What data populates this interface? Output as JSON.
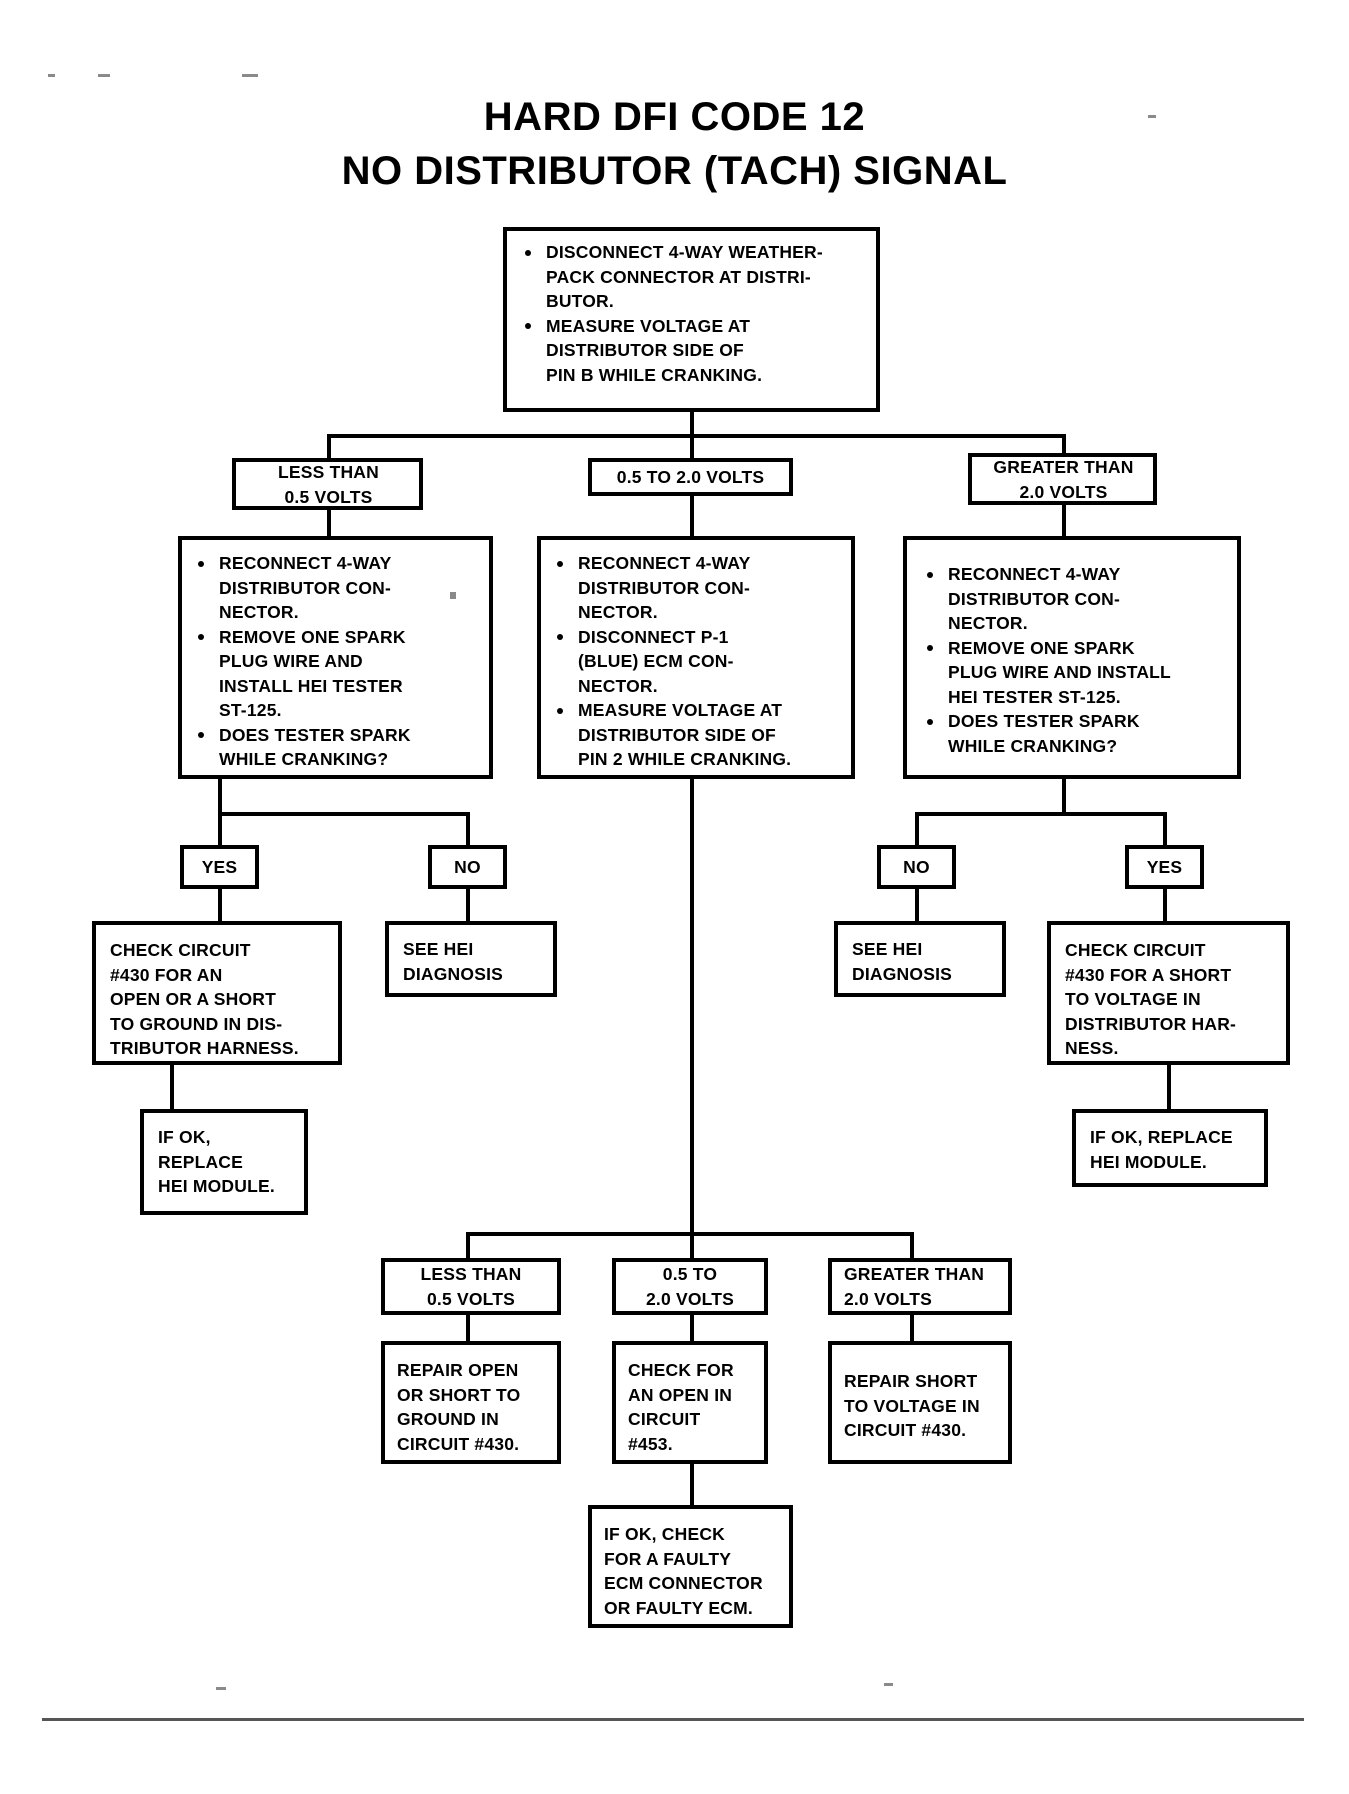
{
  "title": {
    "line1": "HARD DFI CODE 12",
    "line2": "NO DISTRIBUTOR (TACH) SIGNAL"
  },
  "chart_data": {
    "type": "diagram",
    "subtype": "troubleshooting-flowchart",
    "title": "HARD DFI CODE 12 / NO DISTRIBUTOR (TACH) SIGNAL"
  },
  "nodes": {
    "start": {
      "bullets": [
        [
          "DISCONNECT 4-WAY WEATHER-",
          "PACK CONNECTOR AT DISTRI-",
          "BUTOR."
        ],
        [
          "MEASURE VOLTAGE AT",
          "DISTRIBUTOR SIDE OF",
          "PIN B WHILE CRANKING."
        ]
      ]
    },
    "branch_low": {
      "l1": "LESS THAN",
      "l2": "0.5 VOLTS"
    },
    "branch_mid": {
      "l1": "0.5 TO 2.0 VOLTS"
    },
    "branch_high": {
      "l1": "GREATER THAN",
      "l2": "2.0 VOLTS"
    },
    "low_steps": {
      "bullets": [
        [
          "RECONNECT 4-WAY",
          "DISTRIBUTOR CON-",
          "NECTOR."
        ],
        [
          "REMOVE ONE SPARK",
          "PLUG WIRE AND",
          "INSTALL HEI TESTER",
          "ST-125."
        ],
        [
          "DOES TESTER SPARK",
          "WHILE CRANKING?"
        ]
      ]
    },
    "mid_steps": {
      "bullets": [
        [
          "RECONNECT 4-WAY",
          "DISTRIBUTOR CON-",
          "NECTOR."
        ],
        [
          "DISCONNECT P-1",
          "(BLUE) ECM CON-",
          "NECTOR."
        ],
        [
          "MEASURE VOLTAGE AT",
          "DISTRIBUTOR SIDE OF",
          "PIN 2 WHILE CRANKING."
        ]
      ]
    },
    "high_steps": {
      "bullets": [
        [
          "RECONNECT 4-WAY",
          "DISTRIBUTOR CON-",
          "NECTOR."
        ],
        [
          "REMOVE ONE SPARK",
          "PLUG WIRE AND INSTALL",
          "HEI TESTER ST-125."
        ],
        [
          "DOES TESTER SPARK",
          "WHILE CRANKING?"
        ]
      ]
    },
    "low_yes": {
      "label": "YES"
    },
    "low_no": {
      "label": "NO"
    },
    "high_no": {
      "label": "NO"
    },
    "high_yes": {
      "label": "YES"
    },
    "low_yes_result": {
      "lines": [
        "CHECK CIRCUIT",
        "#430 FOR AN",
        "OPEN OR A SHORT",
        "TO GROUND IN DIS-",
        "TRIBUTOR HARNESS."
      ]
    },
    "low_no_result": {
      "lines": [
        "SEE HEI",
        "DIAGNOSIS"
      ]
    },
    "high_no_result": {
      "lines": [
        "SEE HEI",
        "DIAGNOSIS"
      ]
    },
    "high_yes_result": {
      "lines": [
        "CHECK CIRCUIT",
        "#430 FOR A SHORT",
        "TO VOLTAGE IN",
        "DISTRIBUTOR HAR-",
        "NESS."
      ]
    },
    "low_if_ok": {
      "lines": [
        "IF OK,",
        "REPLACE",
        "HEI MODULE."
      ]
    },
    "high_if_ok": {
      "lines": [
        "IF OK, REPLACE",
        "HEI MODULE."
      ]
    },
    "mid_branch_low": {
      "l1": "LESS THAN",
      "l2": "0.5 VOLTS"
    },
    "mid_branch_mid": {
      "l1": "0.5 TO",
      "l2": "2.0 VOLTS"
    },
    "mid_branch_high": {
      "l1": "GREATER THAN",
      "l2": "2.0 VOLTS"
    },
    "mid_low_result": {
      "lines": [
        "REPAIR OPEN",
        "OR SHORT TO",
        "GROUND IN",
        "CIRCUIT #430."
      ]
    },
    "mid_mid_result": {
      "lines": [
        "CHECK FOR",
        "AN OPEN IN",
        "CIRCUIT",
        "#453."
      ]
    },
    "mid_high_result": {
      "lines": [
        "REPAIR SHORT",
        "TO VOLTAGE IN",
        "CIRCUIT #430."
      ]
    },
    "mid_final": {
      "lines": [
        "IF OK, CHECK",
        "FOR A FAULTY",
        "ECM CONNECTOR",
        "OR FAULTY ECM."
      ]
    }
  },
  "colors": {
    "ink": "#000000",
    "paper": "#ffffff",
    "rule": "#555555"
  }
}
